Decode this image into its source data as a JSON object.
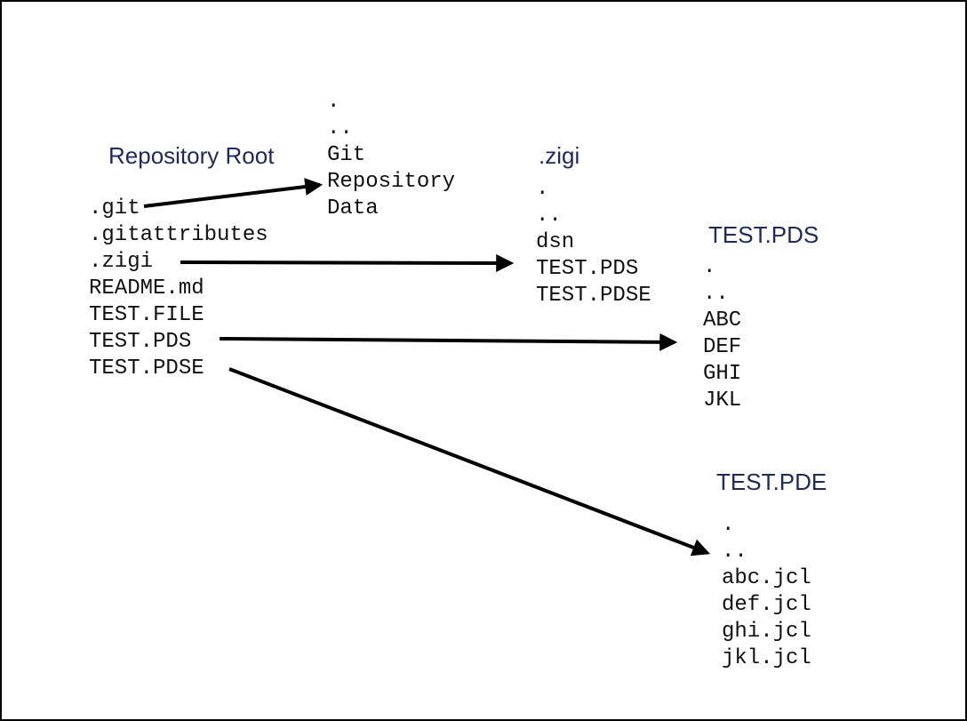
{
  "colors": {
    "heading": "#1f2a5c",
    "text": "#111111",
    "arrow": "#000000",
    "frame": "#000000"
  },
  "repository_root": {
    "title": "Repository Root",
    "entries": [
      ".git",
      ".gitattributes",
      ".zigi",
      "README.md",
      "TEST.FILE",
      "TEST.PDS",
      "TEST.PDSE"
    ]
  },
  "git_dir": {
    "entries": [
      ".",
      "..",
      "Git",
      "Repository",
      "Data"
    ]
  },
  "zigi_dir": {
    "title": ".zigi",
    "entries": [
      ".",
      "..",
      "dsn",
      "TEST.PDS",
      "TEST.PDSE"
    ]
  },
  "test_pds": {
    "title": "TEST.PDS",
    "entries": [
      ".",
      "..",
      "ABC",
      "DEF",
      "GHI",
      "JKL"
    ]
  },
  "test_pde": {
    "title": "TEST.PDE",
    "entries": [
      ".",
      "..",
      "abc.jcl",
      "def.jcl",
      "ghi.jcl",
      "jkl.jcl"
    ]
  },
  "links": [
    {
      "from": ".git",
      "to": "git_dir"
    },
    {
      "from": ".zigi",
      "to": "zigi_dir"
    },
    {
      "from": "TEST.PDS",
      "to": "test_pds"
    },
    {
      "from": "TEST.PDSE",
      "to": "test_pde"
    }
  ]
}
